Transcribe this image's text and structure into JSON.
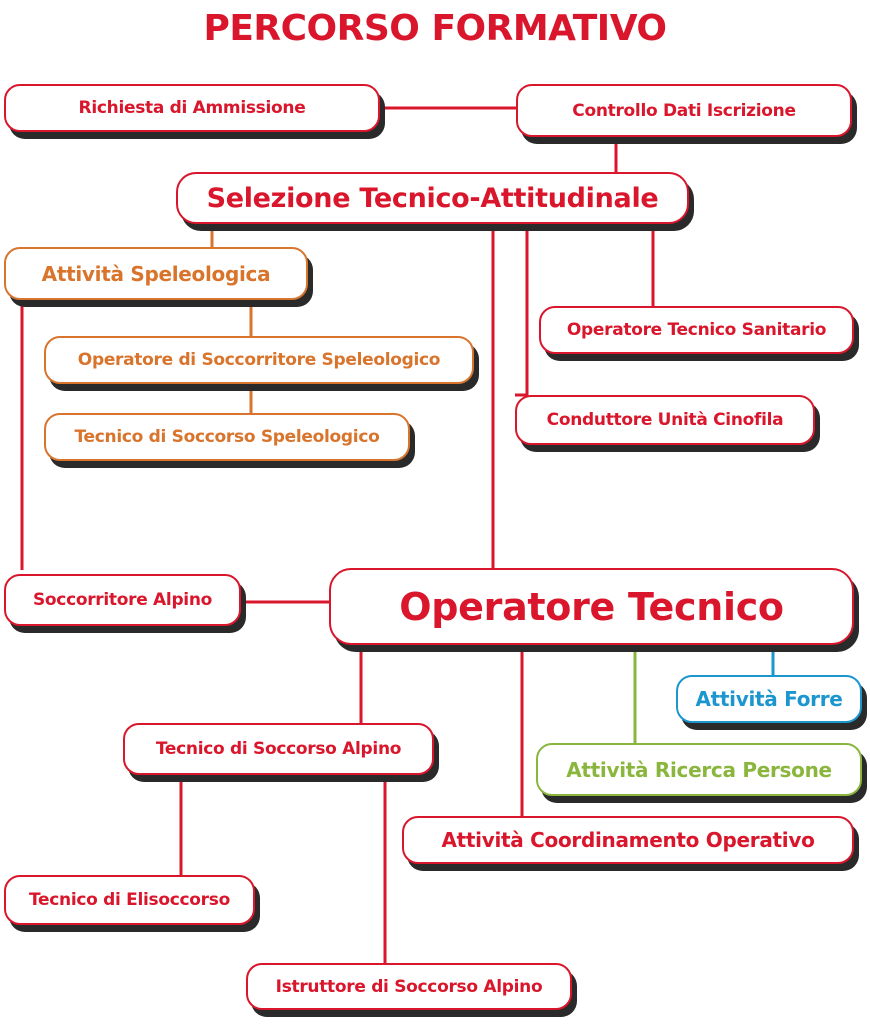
{
  "title": "PERCORSO FORMATIVO",
  "nodes": {
    "richiesta": "Richiesta di Ammissione",
    "controllo": "Controllo Dati Iscrizione",
    "selezione": "Selezione Tecnico-Attitudinale",
    "speleologica": "Attività Speleologica",
    "op_soccorritore_speleo": "Operatore di Soccorritore Speleologico",
    "tecnico_speleo": "Tecnico di Soccorso Speleologico",
    "sanitario": "Operatore Tecnico Sanitario",
    "cinofila": "Conduttore Unità Cinofila",
    "soccorritore_alpino": "Soccorritore Alpino",
    "operatore_tecnico": "Operatore Tecnico",
    "forre": "Attività Forre",
    "ricerca": "Attività Ricerca Persone",
    "tecnico_alpino": "Tecnico di Soccorso Alpino",
    "coordinamento": "Attività Coordinamento Operativo",
    "elisoccorso": "Tecnico di Elisoccorso",
    "istruttore": "Istruttore di Soccorso Alpino"
  },
  "colors": {
    "red": "#d9162b",
    "orange": "#d8742c",
    "blue": "#1b96cf",
    "green": "#8ab63e"
  }
}
